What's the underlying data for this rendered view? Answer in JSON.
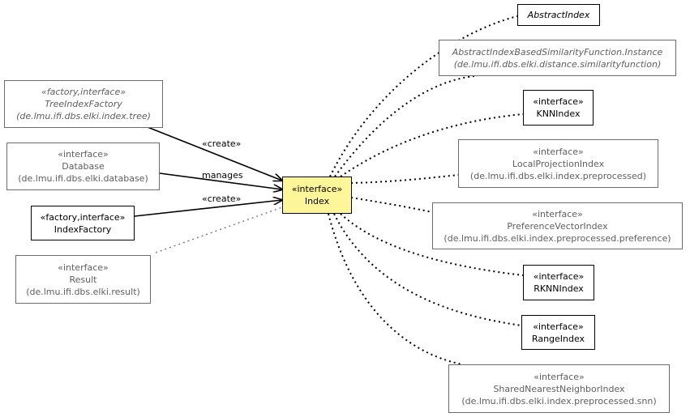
{
  "nodes": {
    "index": {
      "stereotype": "«interface»",
      "name": "Index"
    },
    "abstract_index": {
      "name": "AbstractIndex"
    },
    "abstract_sim": {
      "name": "AbstractIndexBasedSimilarityFunction.Instance",
      "package": "(de.lmu.ifi.dbs.elki.distance.similarityfunction)"
    },
    "knn_index": {
      "stereotype": "«interface»",
      "name": "KNNIndex"
    },
    "local_projection": {
      "stereotype": "«interface»",
      "name": "LocalProjectionIndex",
      "package": "(de.lmu.ifi.dbs.elki.index.preprocessed)"
    },
    "preference_vector": {
      "stereotype": "«interface»",
      "name": "PreferenceVectorIndex",
      "package": "(de.lmu.ifi.dbs.elki.index.preprocessed.preference)"
    },
    "rknn_index": {
      "stereotype": "«interface»",
      "name": "RKNNIndex"
    },
    "range_index": {
      "stereotype": "«interface»",
      "name": "RangeIndex"
    },
    "shared_nn": {
      "stereotype": "«interface»",
      "name": "SharedNearestNeighborIndex",
      "package": "(de.lmu.ifi.dbs.elki.index.preprocessed.snn)"
    },
    "tree_index_factory": {
      "stereotype": "«factory,interface»",
      "name": "TreeIndexFactory",
      "package": "(de.lmu.ifi.dbs.elki.index.tree)"
    },
    "database": {
      "stereotype": "«interface»",
      "name": "Database",
      "package": "(de.lmu.ifi.dbs.elki.database)"
    },
    "index_factory": {
      "stereotype": "«factory,interface»",
      "name": "IndexFactory"
    },
    "result": {
      "stereotype": "«interface»",
      "name": "Result",
      "package": "(de.lmu.ifi.dbs.elki.result)"
    }
  },
  "edge_labels": {
    "create_tree": "«create»",
    "manages": "manages",
    "create_factory": "«create»"
  },
  "colors": {
    "focus_fill": "#fff599",
    "external_border": "#6b6b6b",
    "external_text": "#5e5e5e",
    "local_border": "#000000"
  }
}
